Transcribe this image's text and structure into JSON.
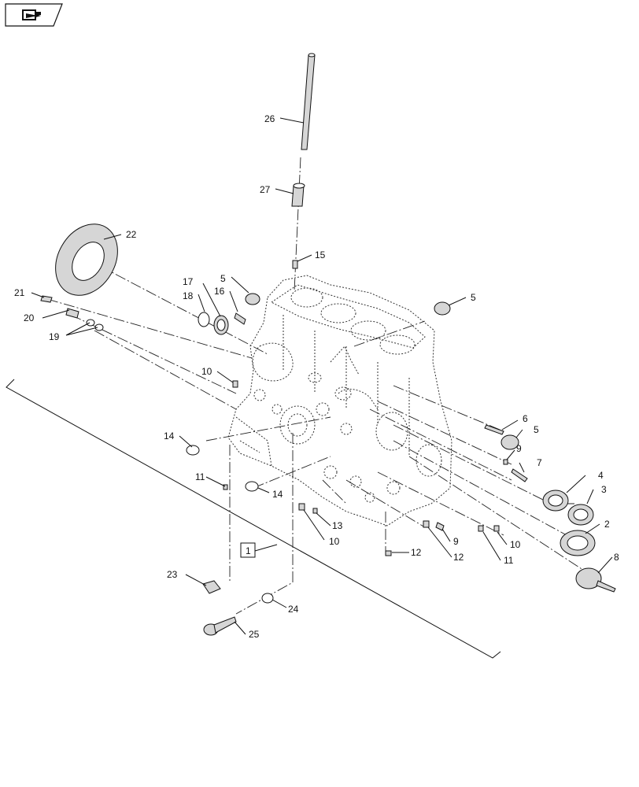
{
  "nav": {
    "icon": "return-arrow-icon"
  },
  "callouts": [
    {
      "id": "c26",
      "num": "26"
    },
    {
      "id": "c27",
      "num": "27"
    },
    {
      "id": "c22",
      "num": "22"
    },
    {
      "id": "c15",
      "num": "15"
    },
    {
      "id": "c5a",
      "num": "5"
    },
    {
      "id": "c5b",
      "num": "5"
    },
    {
      "id": "c17",
      "num": "17"
    },
    {
      "id": "c18",
      "num": "18"
    },
    {
      "id": "c16",
      "num": "16"
    },
    {
      "id": "c21",
      "num": "21"
    },
    {
      "id": "c20",
      "num": "20"
    },
    {
      "id": "c19",
      "num": "19"
    },
    {
      "id": "c10a",
      "num": "10"
    },
    {
      "id": "c14a",
      "num": "14"
    },
    {
      "id": "c6",
      "num": "6"
    },
    {
      "id": "c5c",
      "num": "5"
    },
    {
      "id": "c9a",
      "num": "9"
    },
    {
      "id": "c7",
      "num": "7"
    },
    {
      "id": "c4",
      "num": "4"
    },
    {
      "id": "c3",
      "num": "3"
    },
    {
      "id": "c11a",
      "num": "11"
    },
    {
      "id": "c14b",
      "num": "14"
    },
    {
      "id": "c13",
      "num": "13"
    },
    {
      "id": "c10b",
      "num": "10"
    },
    {
      "id": "c9b",
      "num": "9"
    },
    {
      "id": "c10c",
      "num": "10"
    },
    {
      "id": "c2",
      "num": "2"
    },
    {
      "id": "c12a",
      "num": "12"
    },
    {
      "id": "c12b",
      "num": "12"
    },
    {
      "id": "c11b",
      "num": "11"
    },
    {
      "id": "c8",
      "num": "8"
    },
    {
      "id": "c23",
      "num": "23"
    },
    {
      "id": "c24",
      "num": "24"
    },
    {
      "id": "c25",
      "num": "25"
    }
  ],
  "assembly_box": {
    "label": "1"
  }
}
